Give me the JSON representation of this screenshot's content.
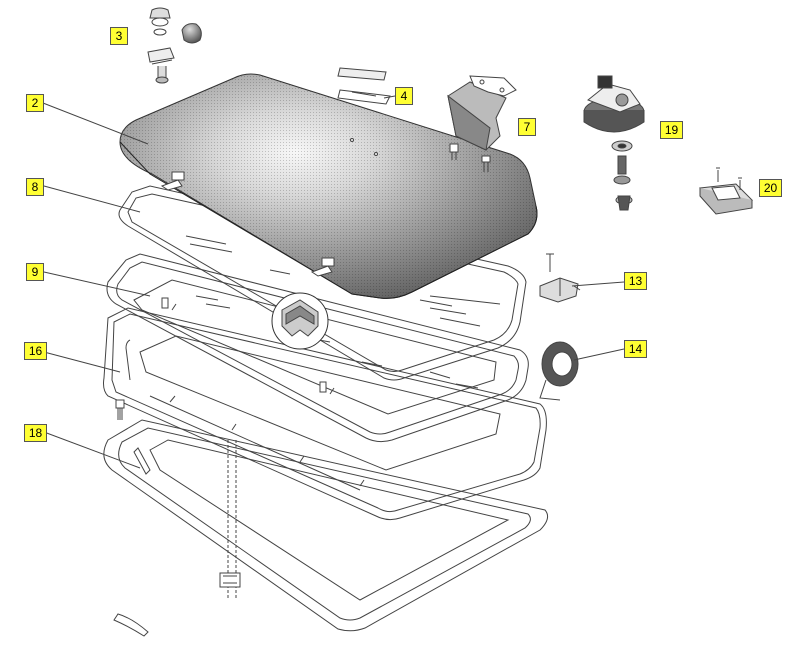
{
  "callouts": [
    {
      "id": "c3",
      "label": "3"
    },
    {
      "id": "c2",
      "label": "2"
    },
    {
      "id": "c4",
      "label": "4"
    },
    {
      "id": "c7",
      "label": "7"
    },
    {
      "id": "c19",
      "label": "19"
    },
    {
      "id": "c8",
      "label": "8"
    },
    {
      "id": "c20",
      "label": "20"
    },
    {
      "id": "c9",
      "label": "9"
    },
    {
      "id": "c13",
      "label": "13"
    },
    {
      "id": "c16",
      "label": "16"
    },
    {
      "id": "c14",
      "label": "14"
    },
    {
      "id": "c18",
      "label": "18"
    }
  ],
  "colors": {
    "callout_fill": "#ffff33",
    "line": "#444444",
    "glass_dark": "#6d6d6d",
    "glass_light": "#f2f2f2"
  }
}
